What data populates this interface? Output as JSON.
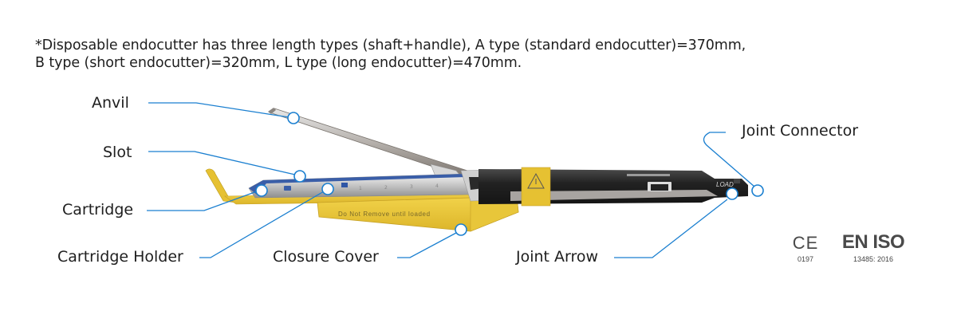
{
  "note": {
    "line1": "*Disposable endocutter has three length types (shaft+handle), A type (standard endocutter)=370mm,",
    "line2": "B type (short endocutter)=320mm, L type (long endocutter)=470mm."
  },
  "labels": {
    "anvil": "Anvil",
    "slot": "Slot",
    "cartridge": "Cartridge",
    "cartridge_holder": "Cartridge Holder",
    "closure_cover": "Closure Cover",
    "joint_arrow": "Joint Arrow",
    "joint_connector": "Joint Connector"
  },
  "device": {
    "closure_cover_text": "Do Not Remove until loaded",
    "load_text": "LOAD",
    "warning_icon": "warning-triangle-icon"
  },
  "certifications": {
    "ce_mark": "CE",
    "ce_number": "0197",
    "iso_mark": "EN ISO",
    "iso_standard": "13485: 2016"
  },
  "colors": {
    "callout_line": "#1a7fd0",
    "cover_yellow": "#e9c534",
    "shaft_black": "#2b2b2b",
    "cartridge_blue": "#3a5ea8",
    "steel": "#c9c9c9"
  }
}
